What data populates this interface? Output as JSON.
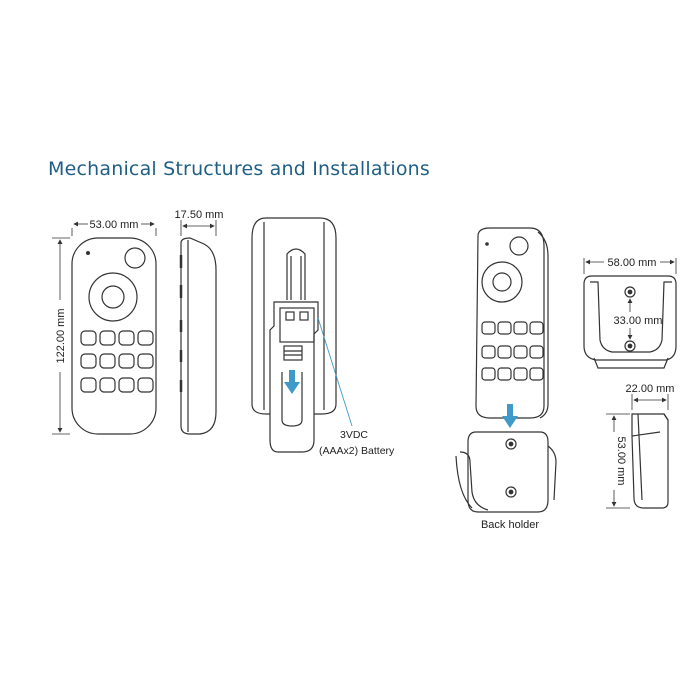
{
  "title": "Mechanical Structures and Installations",
  "dimensions": {
    "front_width": "53.00 mm",
    "front_height": "122.00 mm",
    "side_depth": "17.50 mm",
    "holder_width": "58.00 mm",
    "holder_hole_spacing": "33.00 mm",
    "holder_depth": "22.00 mm",
    "holder_height": "53.00 mm"
  },
  "labels": {
    "battery_line1": "3VDC",
    "battery_line2": "(AAAx2) Battery",
    "back_holder": "Back holder"
  },
  "colors": {
    "title": "#1f5f86",
    "outline": "#333333",
    "arrow": "#3f9ac9",
    "body_fill": "#ffffff"
  }
}
